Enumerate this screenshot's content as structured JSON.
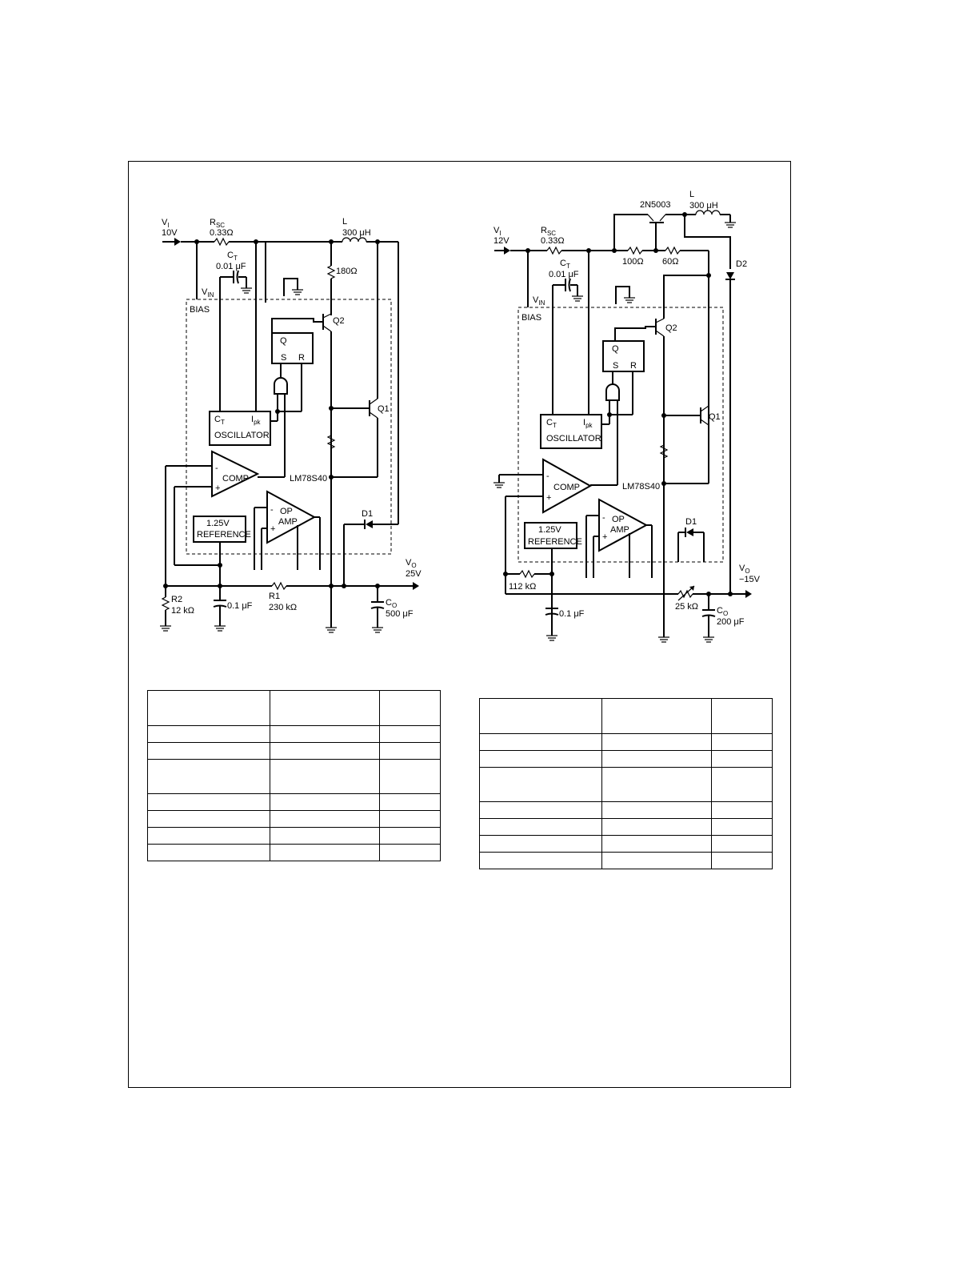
{
  "left_circuit": {
    "vin_label": "V",
    "vin_sub": "I",
    "vin_value": "10V",
    "rsc_label": "R",
    "rsc_sub": "SC",
    "rsc_value": "0.33Ω",
    "ct_label": "C",
    "ct_sub": "T",
    "ct_value": "0.01 μF",
    "l_label": "L",
    "l_value": "300 μH",
    "r180": "180Ω",
    "vin_pin": "V",
    "vin_pin_sub": "IN",
    "bias": "BIAS",
    "q2": "Q2",
    "q1": "Q1",
    "ff_q": "Q",
    "ff_s": "S",
    "ff_r": "R",
    "osc_ct": "C",
    "osc_ct_sub": "T",
    "osc_ipk": "I",
    "osc_ipk_sub": "pk",
    "osc_name": "OSCILLATOR",
    "comp_minus": "-",
    "comp_plus": "+",
    "comp_name": "COMP",
    "chip": "LM78S40",
    "opamp_minus": "-",
    "opamp_plus": "+",
    "opamp_l1": "OP",
    "opamp_l2": "AMP",
    "ref_l1": "1.25V",
    "ref_l2": "REFERENCE",
    "d1": "D1",
    "vo_label": "V",
    "vo_sub": "O",
    "vo_value": "25V",
    "r2_label": "R2",
    "r2_value": "12 kΩ",
    "cap_value": "0.1 μF",
    "r1_label": "R1",
    "r1_value": "230 kΩ",
    "co_label": "C",
    "co_sub": "O",
    "co_value": "500 μF"
  },
  "right_circuit": {
    "vin_label": "V",
    "vin_sub": "I",
    "vin_value": "12V",
    "rsc_label": "R",
    "rsc_sub": "SC",
    "rsc_value": "0.33Ω",
    "ct_label": "C",
    "ct_sub": "T",
    "ct_value": "0.01 μF",
    "transistor_ext": "2N5003",
    "l_label": "L",
    "l_value": "300 μH",
    "r100": "100Ω",
    "r60": "60Ω",
    "d2": "D2",
    "vin_pin": "V",
    "vin_pin_sub": "IN",
    "bias": "BIAS",
    "q2": "Q2",
    "q1": "Q1",
    "ff_q": "Q",
    "ff_s": "S",
    "ff_r": "R",
    "osc_ct": "C",
    "osc_ct_sub": "T",
    "osc_ipk": "I",
    "osc_ipk_sub": "pk",
    "osc_name": "OSCILLATOR",
    "comp_minus": "-",
    "comp_plus": "+",
    "comp_name": "COMP",
    "chip": "LM78S40",
    "opamp_minus": "-",
    "opamp_plus": "+",
    "opamp_l1": "OP",
    "opamp_l2": "AMP",
    "ref_l1": "1.25V",
    "ref_l2": "REFERENCE",
    "d1": "D1",
    "vo_label": "V",
    "vo_sub": "O",
    "vo_value": "−15V",
    "r112": "112 kΩ",
    "pot": "25 kΩ",
    "cap_value": "0.1 μF",
    "co_label": "C",
    "co_sub": "O",
    "co_value": "200 μF"
  }
}
